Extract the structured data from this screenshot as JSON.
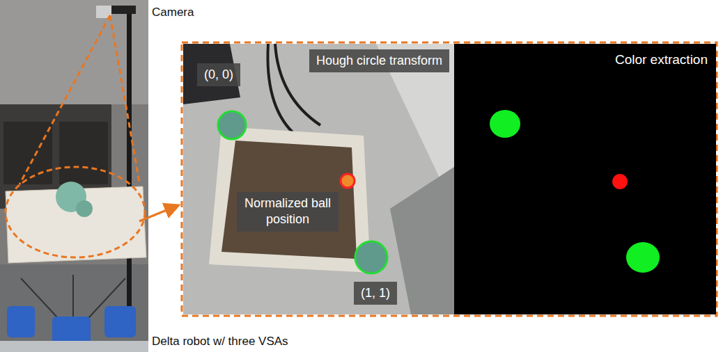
{
  "diagram": {
    "nodes": [
      {
        "text": [
          "Hough circle transform"
        ]
      },
      {
        "text": [
          "Color extraction"
        ]
      },
      {
        "text": [
          "(0, 0)"
        ]
      },
      {
        "text": [
          "Normalized ball position"
        ]
      },
      {
        "text": [
          "(1, 1)"
        ]
      }
    ],
    "labels": [
      "Camera",
      "Delta robot w/ three VSAs"
    ]
  }
}
